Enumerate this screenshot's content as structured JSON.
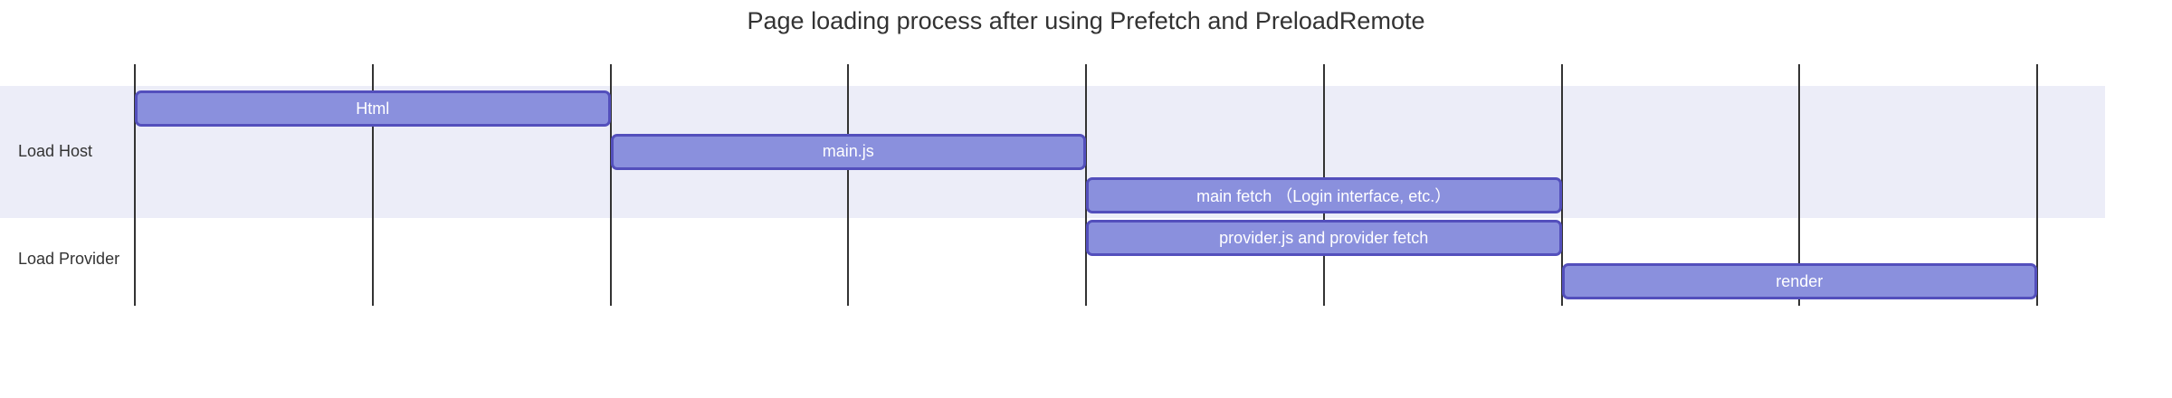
{
  "title": "Page loading process after using Prefetch and PreloadRemote",
  "colors": {
    "task_fill": "#8a90dd",
    "task_border": "#534fbc",
    "task_text": "#ffffff",
    "section_band": "#ecedf8",
    "grid_line": "#333333",
    "text": "#333333",
    "background": "#ffffff"
  },
  "chart_data": {
    "type": "gantt",
    "title": "Page loading process after using Prefetch and PreloadRemote",
    "xlabel": "",
    "ylabel": "",
    "x_axis": {
      "tick_labels": [],
      "gridline_count": 9,
      "time_units": 8,
      "grid_on": true
    },
    "sections": [
      {
        "name": "Load Host",
        "band": true,
        "tasks": [
          {
            "label": "Html",
            "start": 0,
            "end": 2
          },
          {
            "label": "main.js",
            "start": 2,
            "end": 4
          },
          {
            "label": "main fetch （Login interface, etc.）",
            "start": 4,
            "end": 6
          }
        ]
      },
      {
        "name": "Load Provider",
        "band": false,
        "tasks": [
          {
            "label": "provider.js and provider fetch",
            "start": 4,
            "end": 6
          },
          {
            "label": "render",
            "start": 6,
            "end": 8
          }
        ]
      }
    ]
  }
}
